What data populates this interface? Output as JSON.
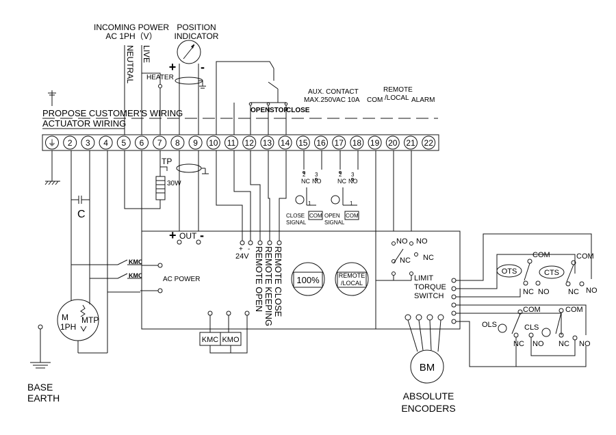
{
  "labels": {
    "incoming_power_1": "INCOMING POWER",
    "incoming_power_2": "AC  1PH（V）",
    "position_indicator_1": "POSITION",
    "position_indicator_2": "INDICATOR",
    "neutral": "NEUTRAL",
    "live": "LIVE",
    "heater": "HEATER",
    "plus": "+",
    "minus": "-",
    "propose_wiring": "PROPOSE CUSTOMER'S WIRING",
    "actuator_wiring": "ACTUATOR WIRING",
    "open": "OPEN",
    "stop": "STOP",
    "close": "CLOSE",
    "aux_contact_1": "AUX. CONTACT",
    "aux_contact_2": "MAX.250VAC 10A",
    "com": "COM",
    "remote_local_top_1": "REMOTE",
    "remote_local_top_2": "/LOCAL",
    "alarm": "ALARM",
    "tp": "TP",
    "watt": "30W",
    "c": "C",
    "kmc": "KMC",
    "kmo": "KMO",
    "ac_power": "AC POWER",
    "out": "OUT",
    "v24": "24V",
    "remote_open": "REMOTE OPEN",
    "remote_keeping": "REMOTE KEEPING",
    "remote_close": "REMOTE CLOSE",
    "percent": "100%",
    "remote_local_1": "REMOTE",
    "remote_local_2": "/LOCAL",
    "nc": "NC",
    "no": "NO",
    "n1": "1",
    "n2": "2",
    "n3": "3",
    "close_signal_1": "CLOSE",
    "close_signal_2": "SIGNAL",
    "open_signal_1": "OPEN",
    "open_signal_2": "SIGNAL",
    "limit": "LIMIT",
    "torque": "TORQUE",
    "switch": "SWITCH",
    "ots": "OTS",
    "cts": "CTS",
    "ols": "OLS",
    "cls": "CLS",
    "motor_1": "M",
    "motor_2": "1PH",
    "mtp": "MTP",
    "base_earth_1": "BASE",
    "base_earth_2": "EARTH",
    "bm": "BM",
    "abs_enc_1": "ABSOLUTE",
    "abs_enc_2": "ENCODERS"
  },
  "terminals": [
    "⏚",
    "2",
    "3",
    "4",
    "5",
    "6",
    "7",
    "8",
    "9",
    "10",
    "11",
    "12",
    "13",
    "14",
    "15",
    "16",
    "17",
    "18",
    "19",
    "20",
    "21",
    "22"
  ]
}
